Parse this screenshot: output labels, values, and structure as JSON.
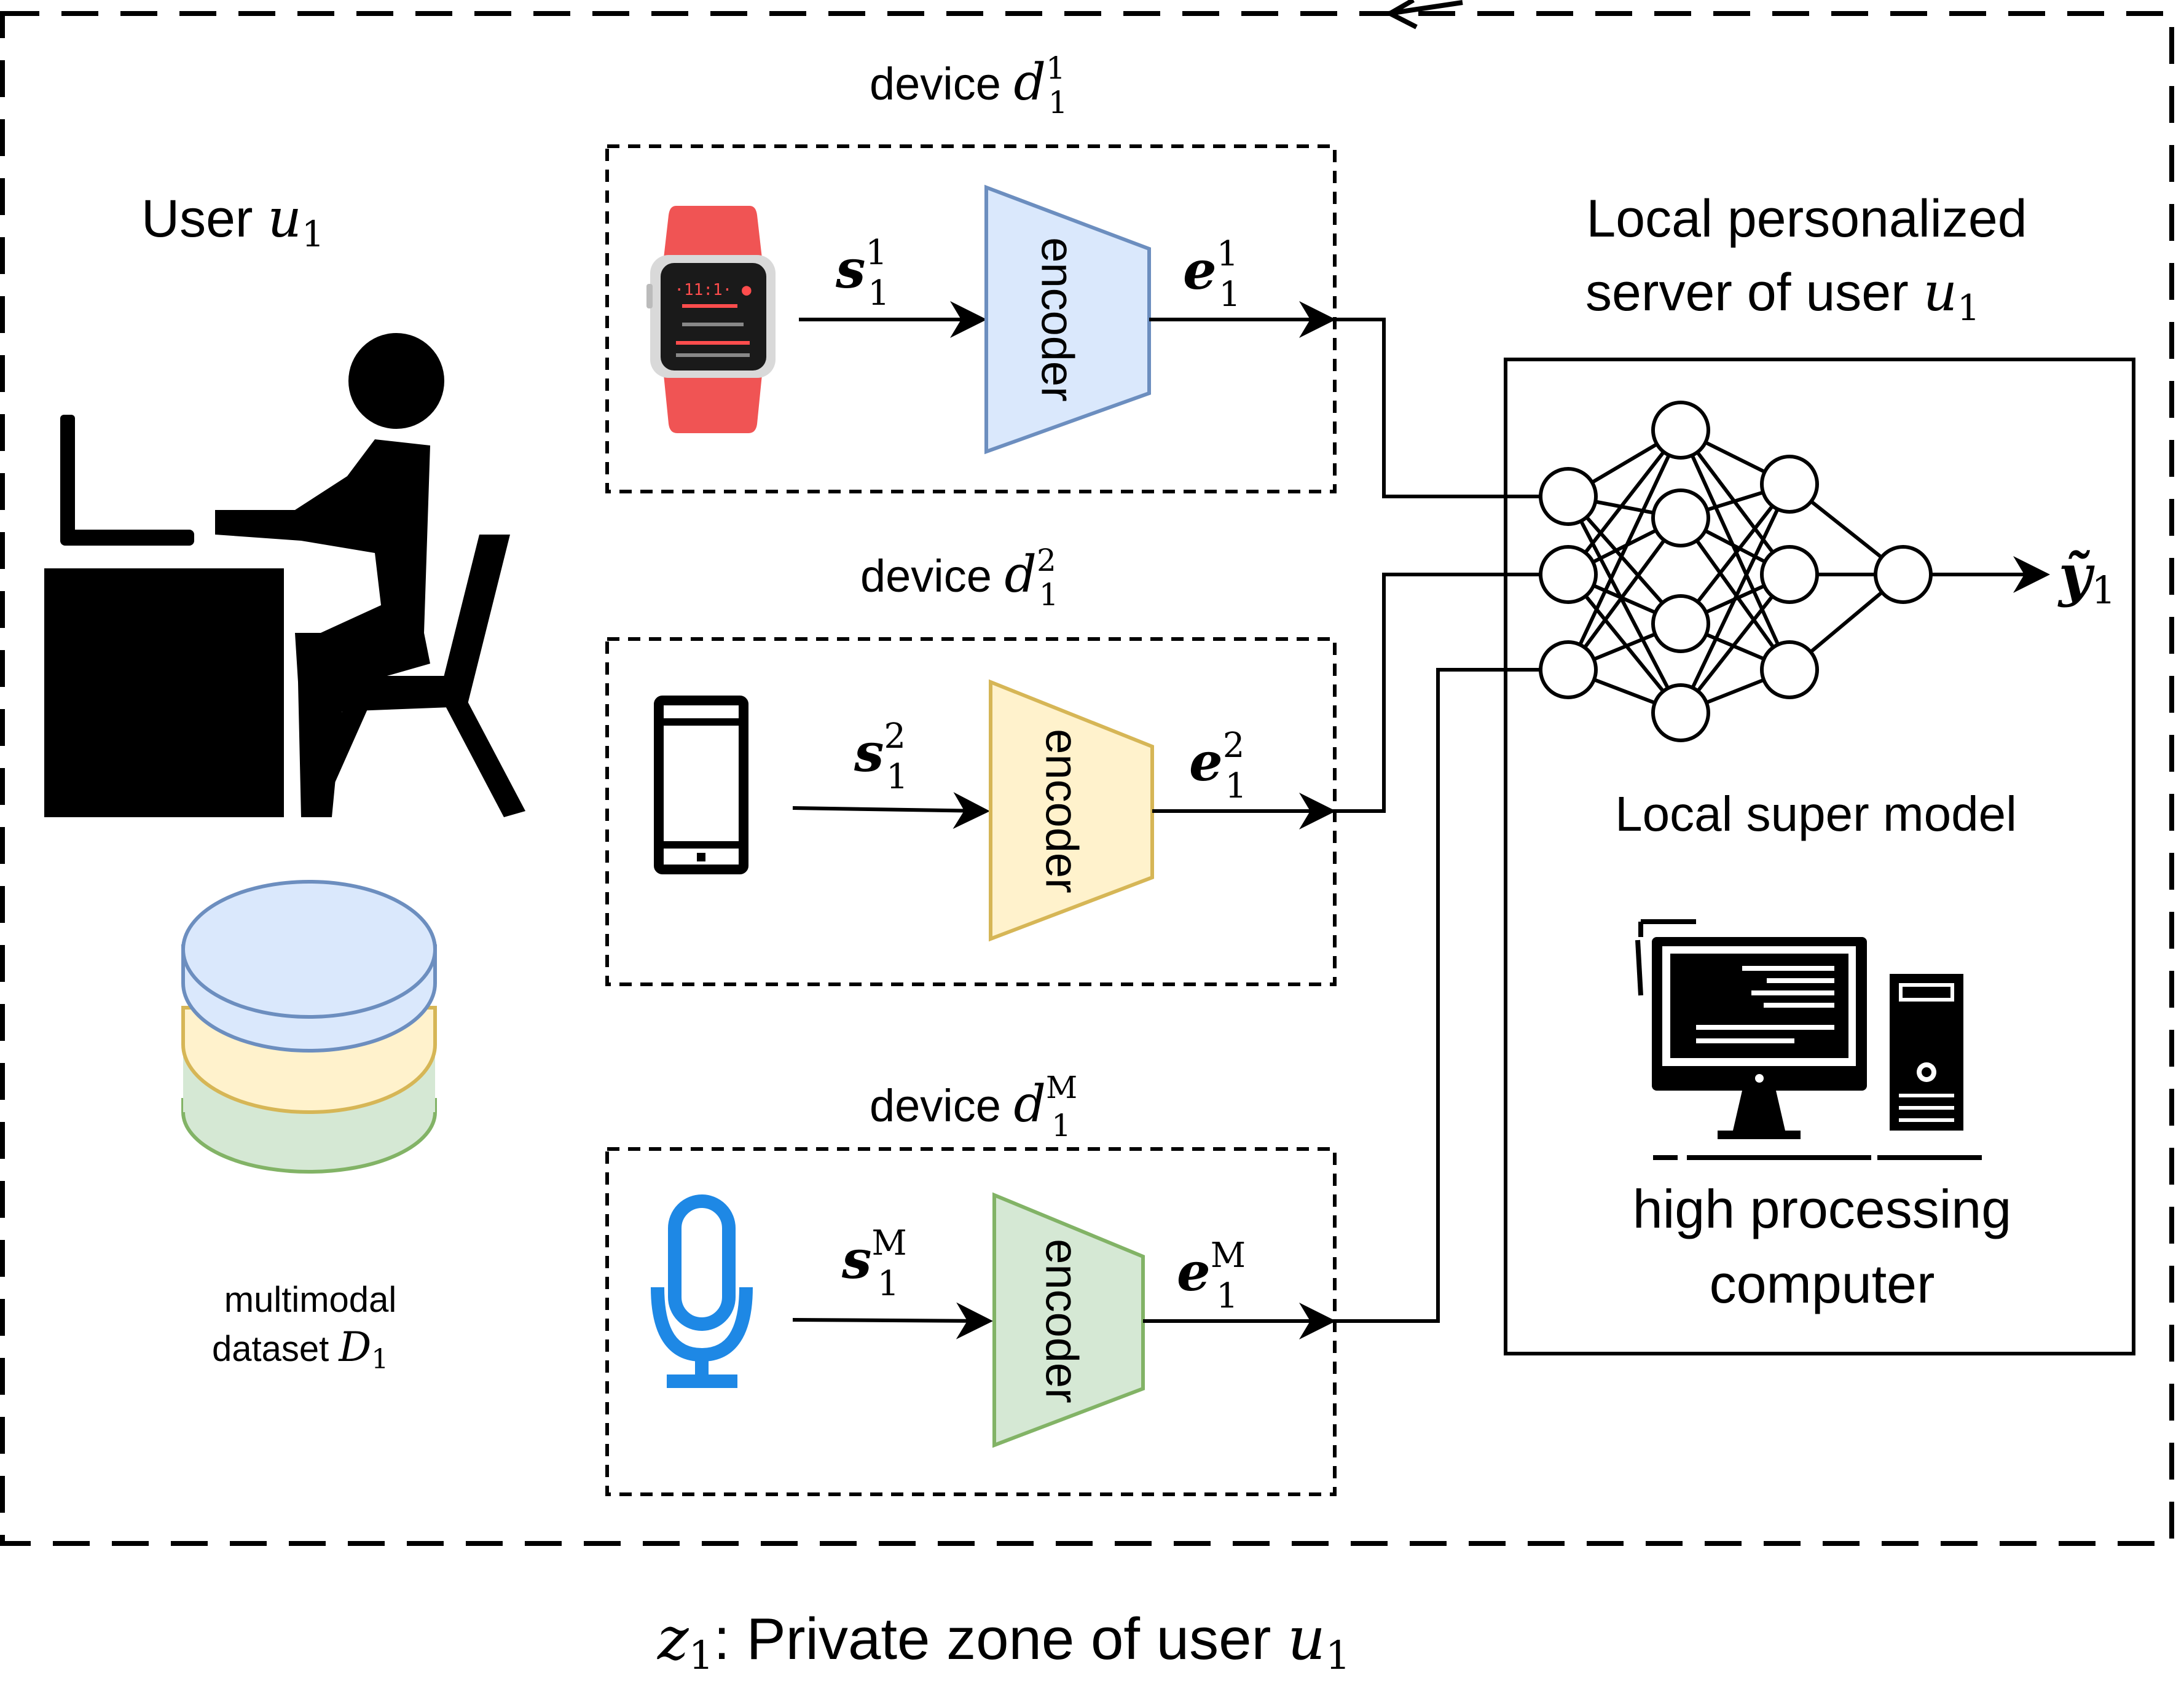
{
  "zone": {
    "caption_prefix": "z",
    "caption_sub": "1",
    "caption_text": ": Private zone of user ",
    "caption_var": "u",
    "caption_var_sub": "1"
  },
  "user": {
    "label": "User ",
    "var": "u",
    "var_sub": "1"
  },
  "dataset": {
    "line1": "multimodal",
    "line2": "dataset ",
    "var": "D",
    "var_sub": "1",
    "colors": [
      "#dae8fc",
      "#fff2cc",
      "#d5e8d4"
    ]
  },
  "devices": [
    {
      "label": "device ",
      "var": "d",
      "sup": "1",
      "sub": "1",
      "icon": "smartwatch-icon",
      "signal": {
        "var": "s",
        "sup": "1",
        "sub": "1"
      },
      "encoder_label": "encoder",
      "encoder_fill": "#dae8fc",
      "encoder_stroke": "#6c8ebf",
      "embedding": {
        "var": "e",
        "sup": "1",
        "sub": "1"
      }
    },
    {
      "label": "device ",
      "var": "d",
      "sup": "2",
      "sub": "1",
      "icon": "smartphone-icon",
      "signal": {
        "var": "s",
        "sup": "2",
        "sub": "1"
      },
      "encoder_label": "encoder",
      "encoder_fill": "#fff2cc",
      "encoder_stroke": "#d6b656",
      "embedding": {
        "var": "e",
        "sup": "2",
        "sub": "1"
      }
    },
    {
      "label": "device ",
      "var": "d",
      "sup": "M",
      "sub": "1",
      "icon": "microphone-icon",
      "signal": {
        "var": "s",
        "sup": "M",
        "sub": "1"
      },
      "encoder_label": "encoder",
      "encoder_fill": "#d5e8d4",
      "encoder_stroke": "#82b366",
      "embedding": {
        "var": "e",
        "sup": "M",
        "sub": "1"
      }
    }
  ],
  "server": {
    "title_line1": "Local personalized",
    "title_line2": "server of user ",
    "title_var": "u",
    "title_var_sub": "1",
    "model_label": "Local super model",
    "computer_line1": "high processing",
    "computer_line2": "computer",
    "output_var": "ỹ",
    "output_sub": "1"
  },
  "colors": {
    "mic_blue": "#1e88e5",
    "watch_red": "#f05454"
  }
}
